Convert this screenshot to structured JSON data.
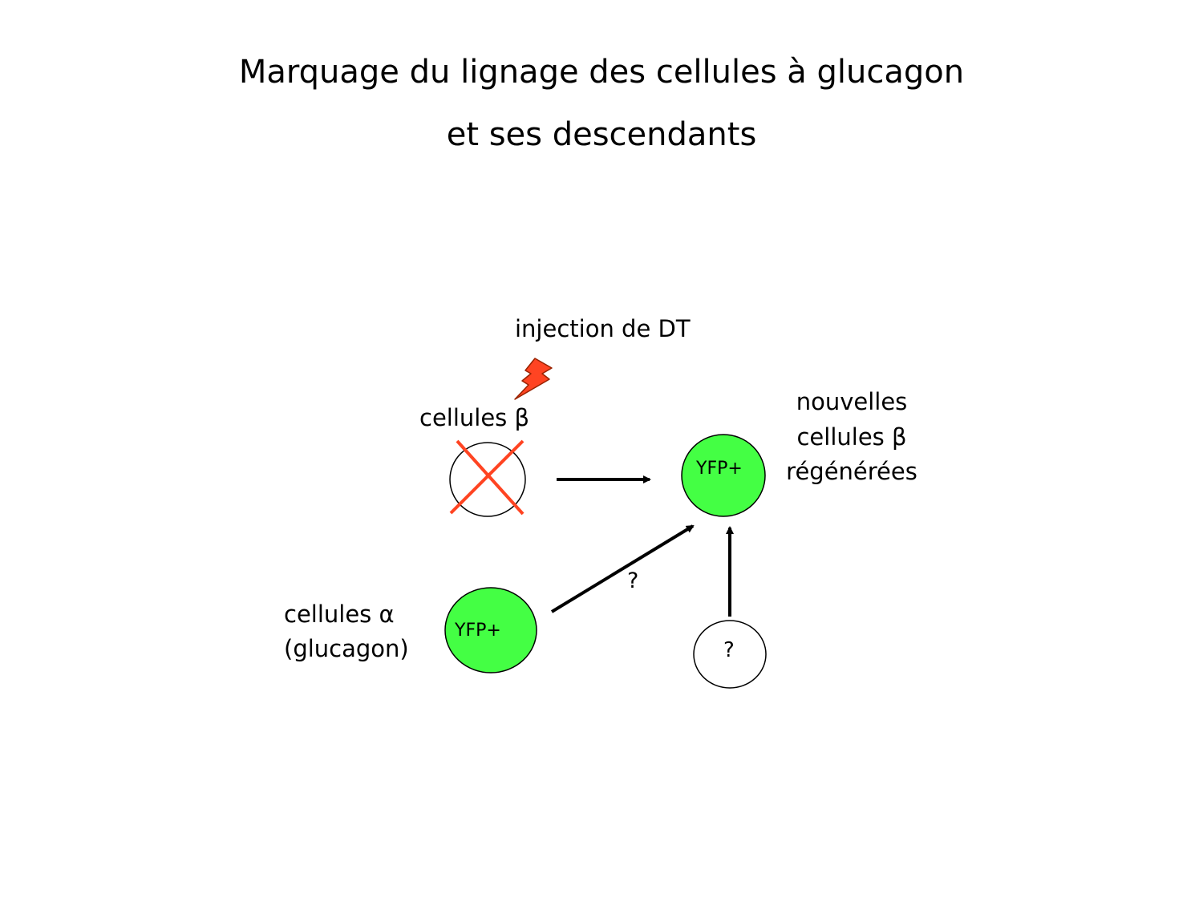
{
  "title": {
    "line1": "Marquage du lignage des cellules à glucagon",
    "line2": "et ses descendants"
  },
  "diagram": {
    "injection_label": "injection de DT",
    "beta_cells_label": "cellules β",
    "new_beta_label": {
      "line1": "nouvelles",
      "line2": "cellules β",
      "line3": "régénérées"
    },
    "alpha_cells_label": {
      "line1": "cellules α",
      "line2": "(glucagon)"
    },
    "new_beta_node_text": "YFP+",
    "alpha_node_text": "YFP+",
    "unknown_node_text": "?",
    "arrow_question_label": "?",
    "colors": {
      "yfp_fill": "#44ff44",
      "cross": "#ff4422",
      "lightning": "#ff4422"
    }
  }
}
